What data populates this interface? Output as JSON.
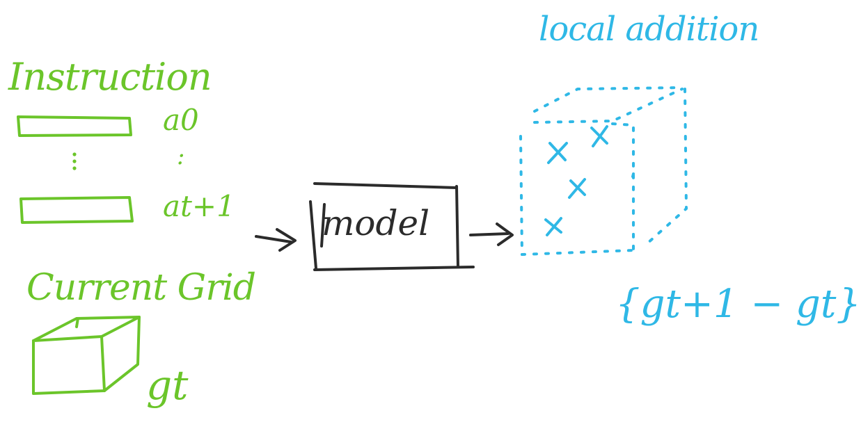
{
  "left": {
    "instruction_label": "Instruction",
    "first_token": "a0",
    "vertical_dots": ":",
    "last_token": "at+1",
    "grid_label": "Current Grid",
    "grid_symbol": "gt"
  },
  "center": {
    "model_label": "model"
  },
  "right": {
    "output_label": "local addition",
    "formula": "{gt+1 − gt}"
  },
  "colors": {
    "input_green": "#6bc52a",
    "output_blue": "#2fb8e6",
    "model_black": "#2b2b2b"
  }
}
